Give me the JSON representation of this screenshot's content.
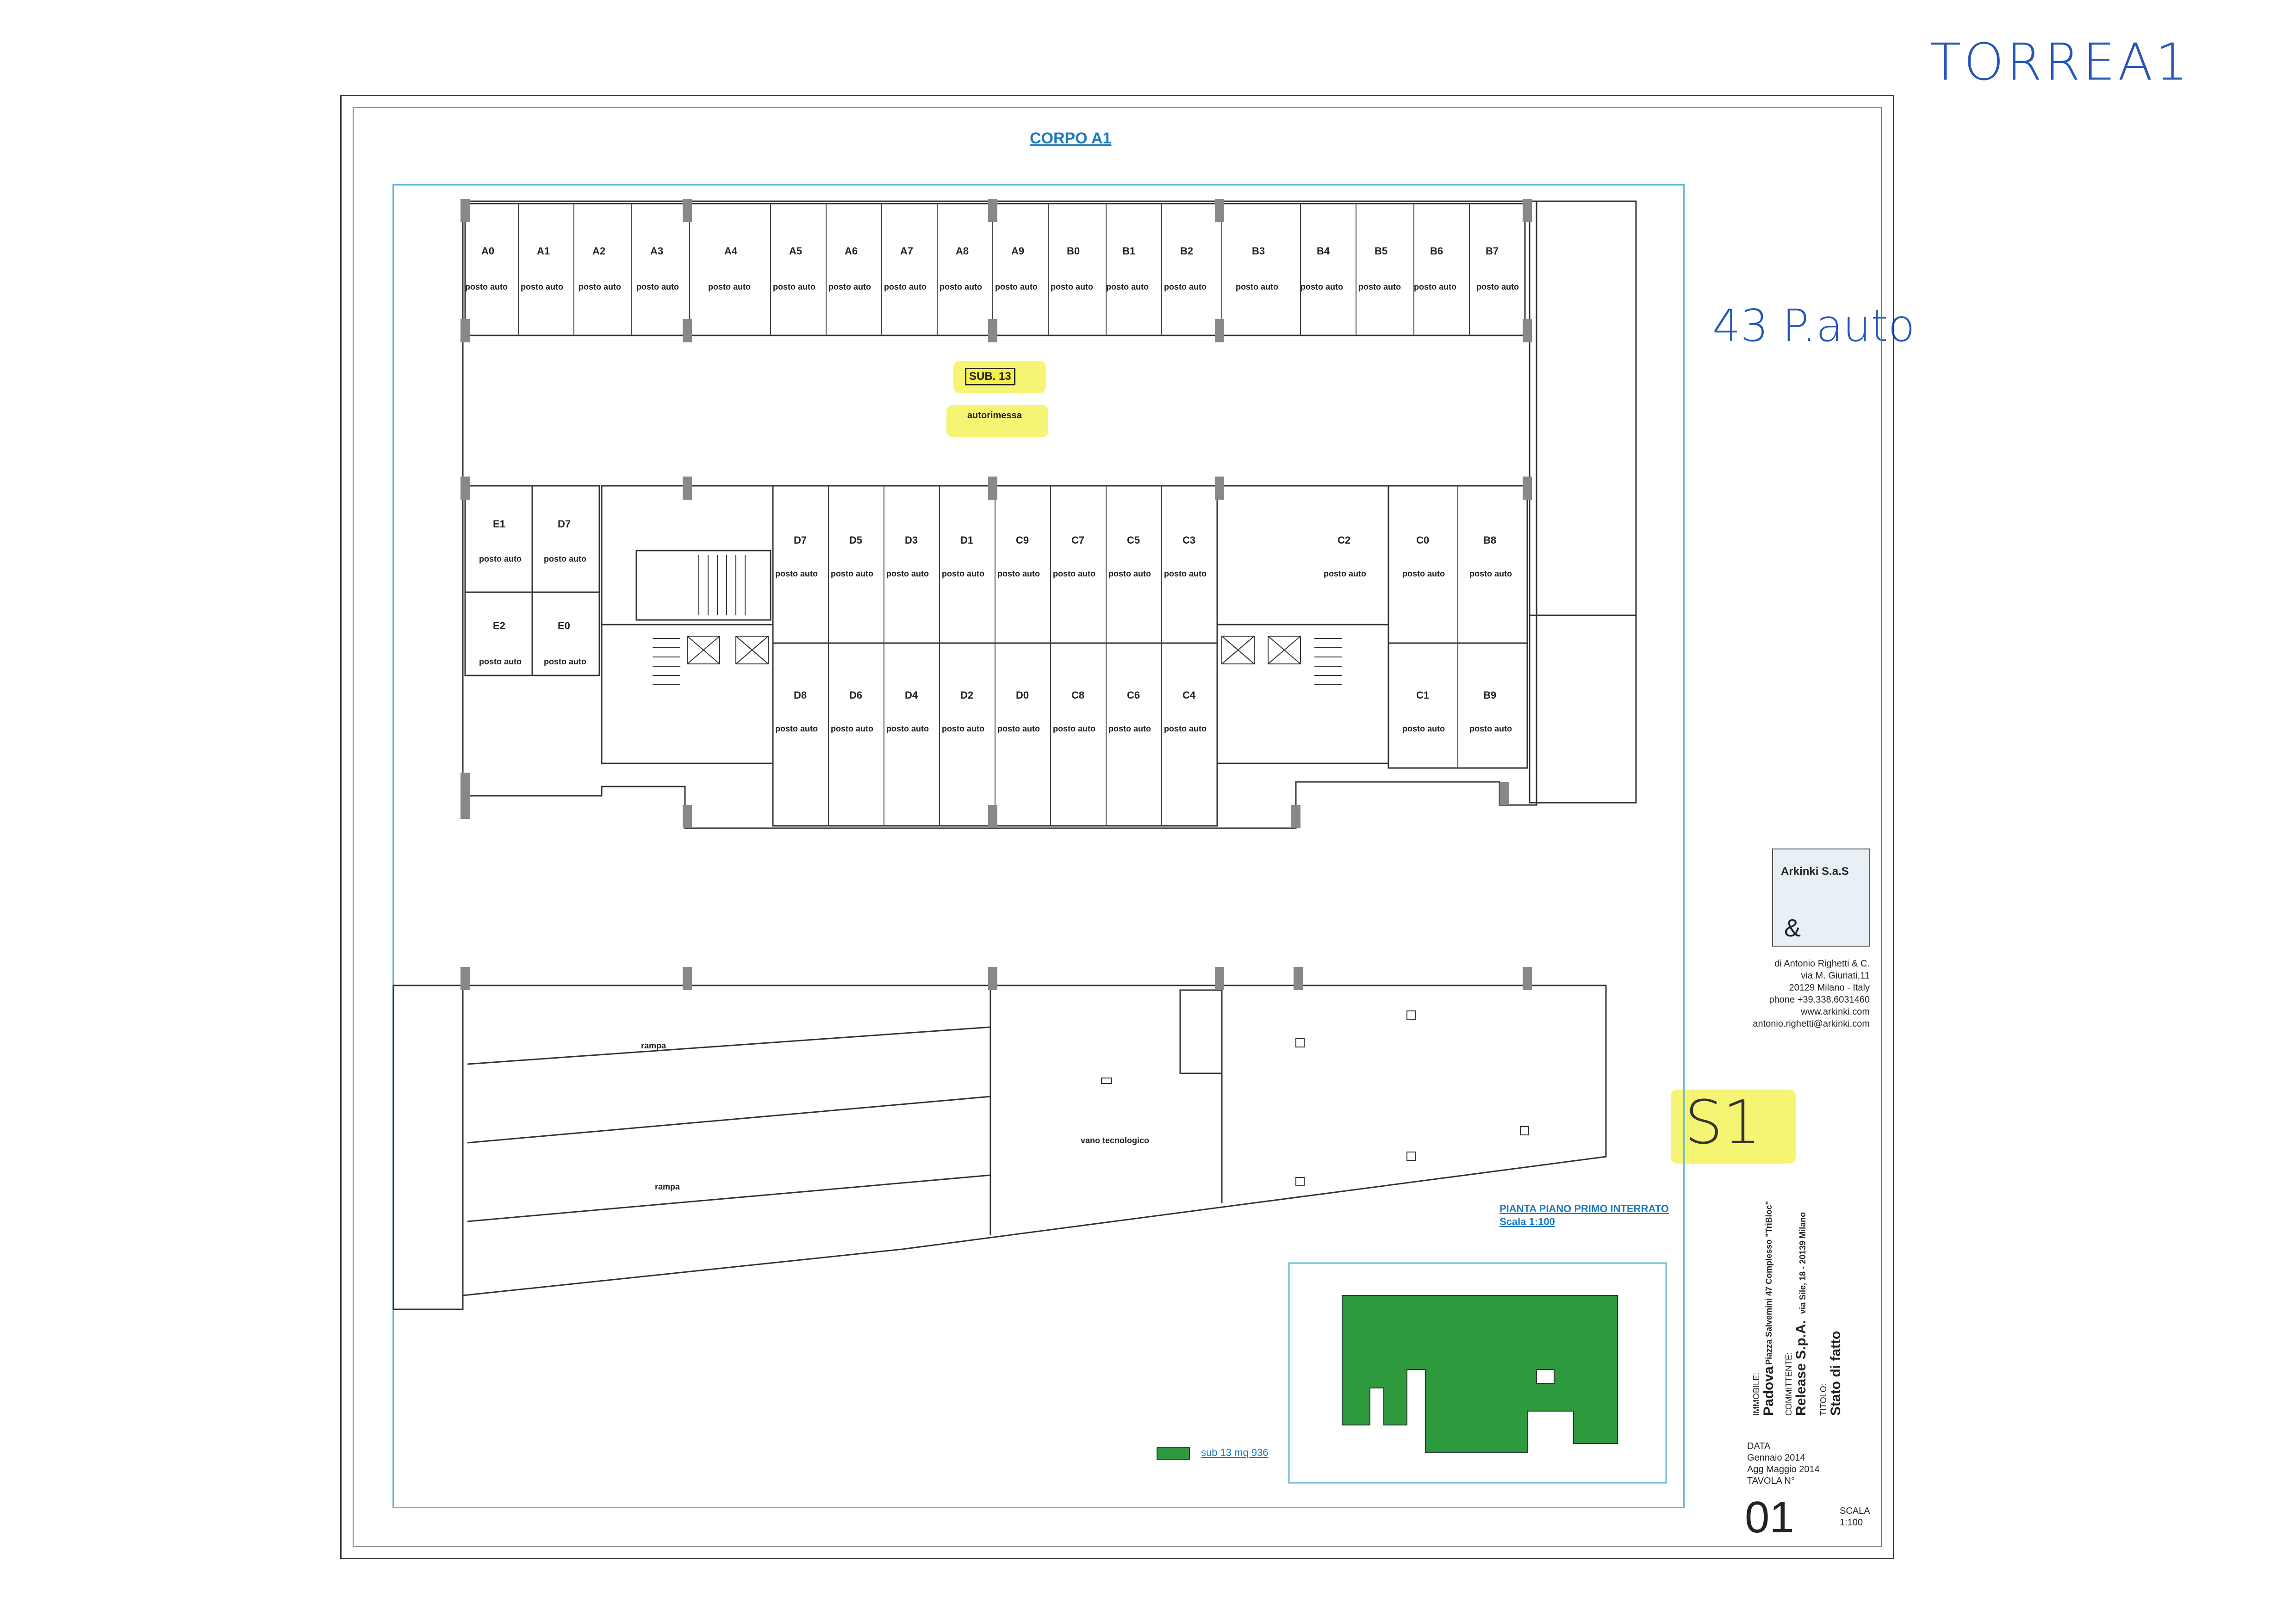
{
  "handwritten": {
    "tower": "TORREA1",
    "count": "43 P.auto",
    "floor": "S1"
  },
  "drawing": {
    "title": "CORPO A1",
    "sub_label": "SUB. 13",
    "area_name": "autorimessa",
    "plan_title": "PIANTA PIANO PRIMO INTERRATO",
    "plan_scale": "Scala 1:100",
    "ramp_1": "rampa",
    "ramp_2": "rampa",
    "tech_room": "vano tecnologico",
    "spot_label": "posto auto"
  },
  "spots": {
    "top_row": [
      "A0",
      "A1",
      "A2",
      "A3",
      "A4",
      "A5",
      "A6",
      "A7",
      "A8",
      "A9",
      "B0",
      "B1",
      "B2",
      "B3",
      "B4",
      "B5",
      "B6",
      "B7"
    ],
    "left_upper": [
      "E1",
      "D7"
    ],
    "left_lower": [
      "E2",
      "E0"
    ],
    "mid_upper": [
      "D7",
      "D5",
      "D3",
      "D1",
      "C9",
      "C7",
      "C5",
      "C3"
    ],
    "mid_lower": [
      "D8",
      "D6",
      "D4",
      "D2",
      "D0",
      "C8",
      "C6",
      "C4"
    ],
    "right_upper": [
      "C2",
      "C0",
      "B8"
    ],
    "right_lower": [
      "C1",
      "B9"
    ]
  },
  "title_block": {
    "company": "Arkinki S.a.S",
    "ampersand": "&",
    "address_lines": [
      "di Antonio Righetti & C.",
      "via M. Giuriati,11",
      "20129 Milano - Italy",
      "phone +39.338.6031460",
      "www.arkinki.com",
      "antonio.righetti@arkinki.com"
    ],
    "property_label": "IMMOBILE:",
    "property": "Padova",
    "property_address": "Piazza Salvemini 47 Complesso \"TriBloc\"",
    "client_label": "COMMITTENTE:",
    "client": "Release S.p.A.",
    "client_address": "via Sile, 18 - 20139 Milano",
    "title_label": "TITOLO:",
    "title": "Stato di fatto",
    "date_label": "DATA",
    "date": "Gennaio 2014",
    "update": "Agg Maggio 2014",
    "sheet_label": "TAVOLA N°",
    "sheet_number": "01",
    "scale_label": "SCALA",
    "scale": "1:100"
  },
  "legend": {
    "label": "sub 13 mq 936",
    "color": "#2e9a3e"
  },
  "colors": {
    "frame_blue": "#66b9d8",
    "highlight": "#f3f35a",
    "ink_blue": "#2557b8",
    "fill_green": "#2e9a3e"
  }
}
